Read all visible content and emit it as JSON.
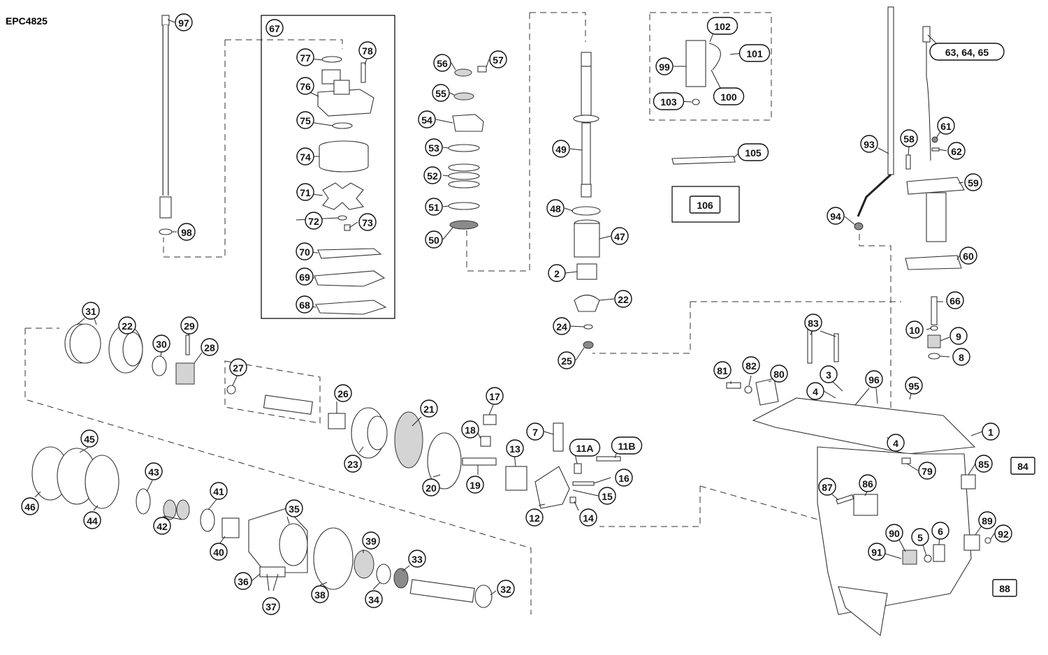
{
  "diagram_code": "EPC4825",
  "colors": {
    "ink": "#111111",
    "line": "#333333",
    "background": "#ffffff"
  },
  "callouts": [
    {
      "label": "97"
    },
    {
      "label": "98"
    },
    {
      "label": "67"
    },
    {
      "label": "77"
    },
    {
      "label": "78"
    },
    {
      "label": "76"
    },
    {
      "label": "75"
    },
    {
      "label": "74"
    },
    {
      "label": "71"
    },
    {
      "label": "72"
    },
    {
      "label": "73"
    },
    {
      "label": "70"
    },
    {
      "label": "69"
    },
    {
      "label": "68"
    },
    {
      "label": "56"
    },
    {
      "label": "57"
    },
    {
      "label": "55"
    },
    {
      "label": "54"
    },
    {
      "label": "53"
    },
    {
      "label": "52"
    },
    {
      "label": "51"
    },
    {
      "label": "50"
    },
    {
      "label": "49"
    },
    {
      "label": "48"
    },
    {
      "label": "47"
    },
    {
      "label": "2"
    },
    {
      "label": "22"
    },
    {
      "label": "24"
    },
    {
      "label": "25"
    },
    {
      "label": "102"
    },
    {
      "label": "101"
    },
    {
      "label": "99"
    },
    {
      "label": "103"
    },
    {
      "label": "100"
    },
    {
      "label": "105"
    },
    {
      "label": "106"
    },
    {
      "label": "63, 64, 65"
    },
    {
      "label": "93"
    },
    {
      "label": "58"
    },
    {
      "label": "61"
    },
    {
      "label": "62"
    },
    {
      "label": "59"
    },
    {
      "label": "94"
    },
    {
      "label": "60"
    },
    {
      "label": "66"
    },
    {
      "label": "10"
    },
    {
      "label": "9"
    },
    {
      "label": "8"
    },
    {
      "label": "31"
    },
    {
      "label": "22"
    },
    {
      "label": "30"
    },
    {
      "label": "29"
    },
    {
      "label": "28"
    },
    {
      "label": "27"
    },
    {
      "label": "26"
    },
    {
      "label": "17"
    },
    {
      "label": "21"
    },
    {
      "label": "18"
    },
    {
      "label": "7"
    },
    {
      "label": "11A"
    },
    {
      "label": "11B"
    },
    {
      "label": "13"
    },
    {
      "label": "23"
    },
    {
      "label": "20"
    },
    {
      "label": "19"
    },
    {
      "label": "16"
    },
    {
      "label": "15"
    },
    {
      "label": "12"
    },
    {
      "label": "14"
    },
    {
      "label": "83"
    },
    {
      "label": "81"
    },
    {
      "label": "82"
    },
    {
      "label": "80"
    },
    {
      "label": "3"
    },
    {
      "label": "4"
    },
    {
      "label": "96"
    },
    {
      "label": "95"
    },
    {
      "label": "1"
    },
    {
      "label": "4"
    },
    {
      "label": "79"
    },
    {
      "label": "84"
    },
    {
      "label": "85"
    },
    {
      "label": "87"
    },
    {
      "label": "86"
    },
    {
      "label": "89"
    },
    {
      "label": "92"
    },
    {
      "label": "90"
    },
    {
      "label": "5"
    },
    {
      "label": "6"
    },
    {
      "label": "91"
    },
    {
      "label": "88"
    },
    {
      "label": "45"
    },
    {
      "label": "46"
    },
    {
      "label": "44"
    },
    {
      "label": "43"
    },
    {
      "label": "42"
    },
    {
      "label": "41"
    },
    {
      "label": "35"
    },
    {
      "label": "40"
    },
    {
      "label": "39"
    },
    {
      "label": "33"
    },
    {
      "label": "36"
    },
    {
      "label": "37"
    },
    {
      "label": "38"
    },
    {
      "label": "34"
    },
    {
      "label": "32"
    }
  ]
}
